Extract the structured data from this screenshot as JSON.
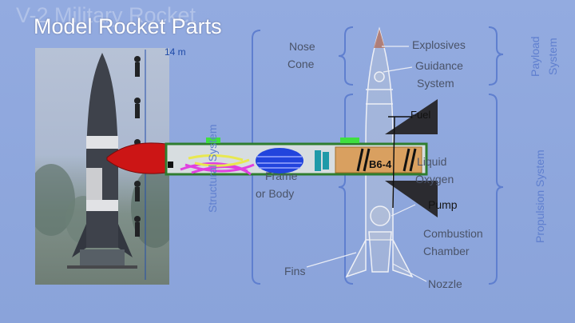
{
  "slide": {
    "background_title": "V-2 Military Rocket",
    "title": "Model Rocket Parts",
    "measurement": "14 m"
  },
  "labels": {
    "nose_cone_line1": "Nose",
    "nose_cone_line2": "Cone",
    "explosives": "Explosives",
    "guidance_line1": "Guidance",
    "guidance_line2": "System",
    "fuel": "Fuel",
    "liquid_line1": "Liquid",
    "liquid_line2": "Oxygen",
    "frame_line1": "Frame",
    "frame_line2": "or Body",
    "pump": "Pump",
    "combustion_line1": "Combustion",
    "combustion_line2": "Chamber",
    "fins": "Fins",
    "nozzle": "Nozzle",
    "engine": "B6-4"
  },
  "systems": {
    "payload_line1": "Payload",
    "payload_line2": "System",
    "propulsion": "Propulsion System",
    "structural": "Structural System"
  },
  "colors": {
    "nose": "#cc1515",
    "body_tube": "#d7dde0",
    "body_border": "#2f7d2f",
    "parachute": "#2244dd",
    "wadding": "#e040e0",
    "engine": "#d9a060",
    "launch_lug": "#3fdf3f",
    "fin": "#2b2b30",
    "bracket": "#5f7fcf"
  }
}
